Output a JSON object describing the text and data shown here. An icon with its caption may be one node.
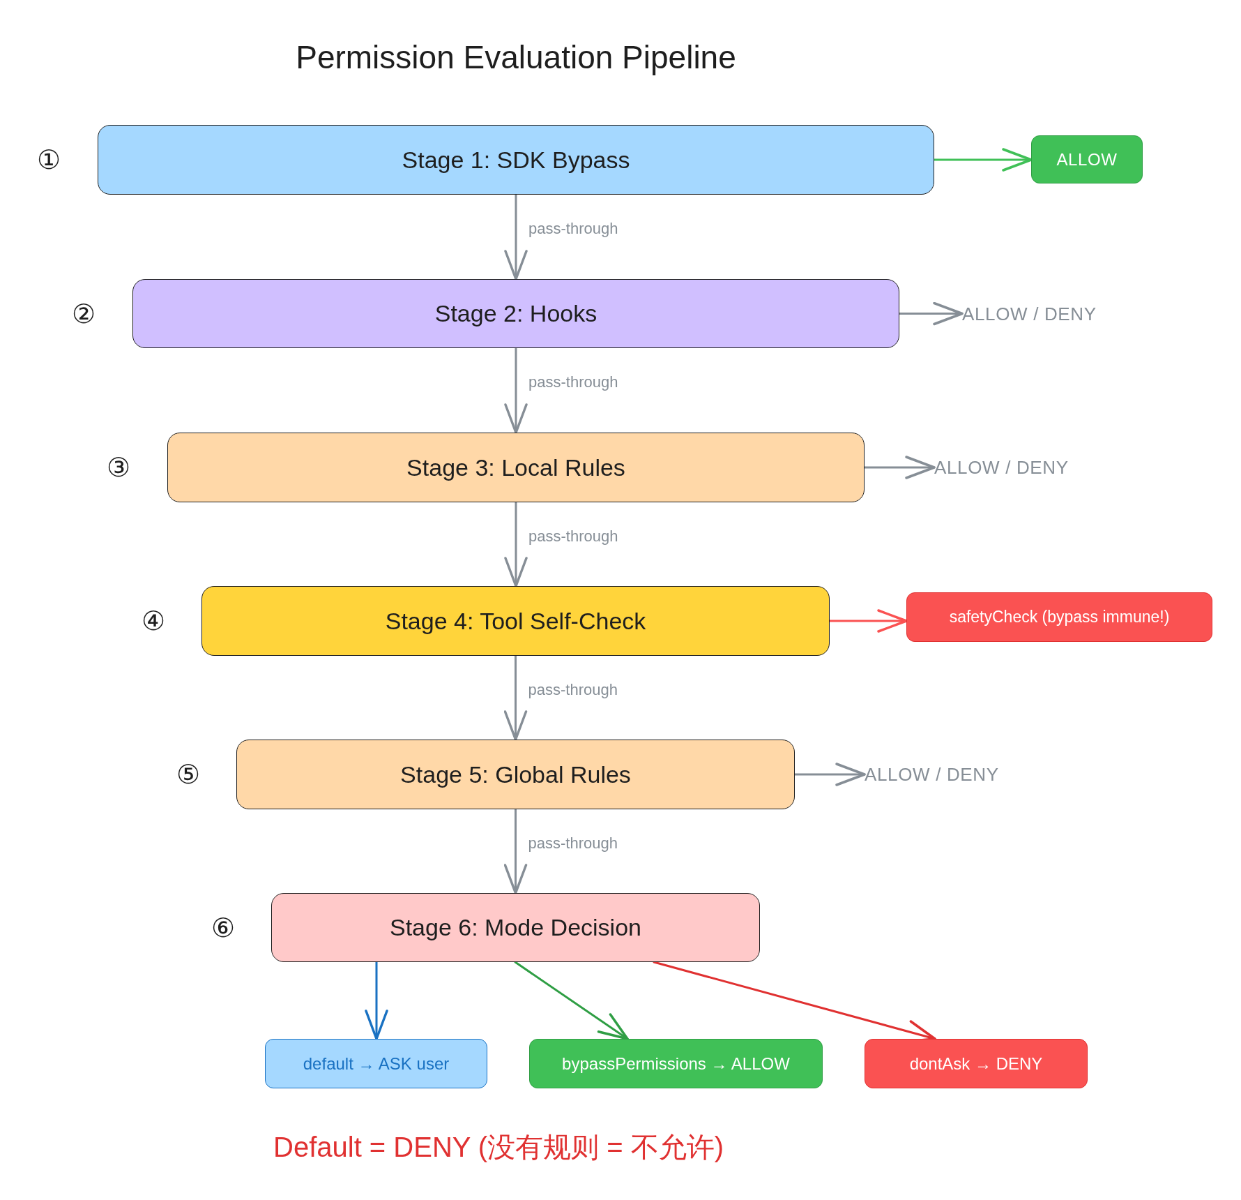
{
  "diagram": {
    "title": "Permission Evaluation Pipeline",
    "nodes": [
      {
        "text": [
          "Stage 1: SDK Bypass"
        ],
        "beside": [
          "①"
        ]
      },
      {
        "text": [
          "ALLOW"
        ]
      },
      {
        "text": [
          "Stage 2: Hooks"
        ],
        "beside": [
          "②"
        ]
      },
      {
        "text": [
          "ALLOW / DENY"
        ]
      },
      {
        "text": [
          "Stage 3: Local Rules"
        ],
        "beside": [
          "③"
        ]
      },
      {
        "text": [
          "ALLOW / DENY"
        ]
      },
      {
        "text": [
          "Stage 4: Tool Self-Check"
        ],
        "beside": [
          "④"
        ]
      },
      {
        "text": [
          "safetyCheck (bypass immune!)"
        ]
      },
      {
        "text": [
          "Stage 5: Global Rules"
        ],
        "beside": [
          "⑤"
        ]
      },
      {
        "text": [
          "ALLOW / DENY"
        ]
      },
      {
        "text": [
          "Stage 6: Mode Decision"
        ],
        "beside": [
          "⑥"
        ]
      },
      {
        "text": [
          "default → ASK user"
        ]
      },
      {
        "text": [
          "bypassPermissions → ALLOW"
        ]
      },
      {
        "text": [
          "dontAsk → DENY"
        ]
      }
    ],
    "edges": [
      {
        "from": 0,
        "to": 1,
        "arrow": "to",
        "color": "#40c057"
      },
      {
        "from": 0,
        "to": 2,
        "arrow": "to",
        "label": "pass-through"
      },
      {
        "from": 2,
        "to": 3,
        "arrow": "to"
      },
      {
        "from": 2,
        "to": 4,
        "arrow": "to",
        "label": "pass-through"
      },
      {
        "from": 4,
        "to": 5,
        "arrow": "to"
      },
      {
        "from": 4,
        "to": 6,
        "arrow": "to",
        "label": "pass-through"
      },
      {
        "from": 6,
        "to": 7,
        "arrow": "to",
        "color": "#fa5252"
      },
      {
        "from": 6,
        "to": 8,
        "arrow": "to",
        "label": "pass-through"
      },
      {
        "from": 8,
        "to": 9,
        "arrow": "to"
      },
      {
        "from": 8,
        "to": 10,
        "arrow": "to",
        "label": "pass-through"
      },
      {
        "from": 10,
        "to": 11,
        "arrow": "to",
        "color": "#1971c2"
      },
      {
        "from": 10,
        "to": 12,
        "arrow": "to",
        "color": "#2f9e44"
      },
      {
        "from": 10,
        "to": 13,
        "arrow": "to",
        "color": "#e03131"
      }
    ],
    "labels": [
      "Default = DENY (没有规则 = 不允许)"
    ]
  }
}
